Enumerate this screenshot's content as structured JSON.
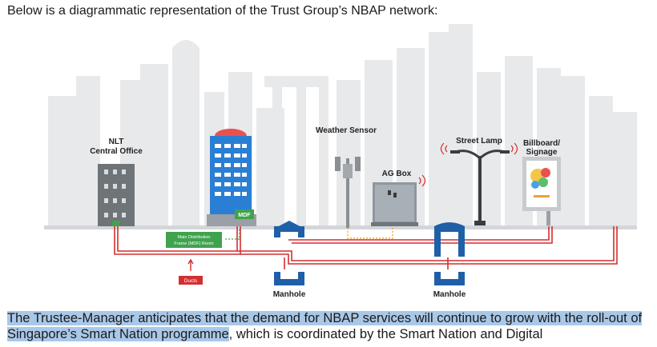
{
  "intro_text": "Below is a diagrammatic representation of the Trust Group’s NBAP network:",
  "labels": {
    "nlt_line1": "NLT",
    "nlt_line2": "Central Office",
    "weather_sensor": "Weather Sensor",
    "street_lamp": "Street Lamp",
    "billboard_line1": "Billboard/",
    "billboard_line2": "Signage",
    "ag_box": "AG Box",
    "mdf": "MDF",
    "mdf_room_line1": "Main Distribution",
    "mdf_room_line2": "Frame (MDF) Room",
    "ducts": "Ducts",
    "manhole_1": "Manhole",
    "manhole_2": "Manhole"
  },
  "paragraph": {
    "highlighted": "The Trustee-Manager anticipates that the demand for NBAP services will continue to grow with the roll-out of Singapore’s Smart Nation programme",
    "rest": ", which is coordinated by the Smart Nation and Digital"
  },
  "colors": {
    "skyline": "#e8e9eb",
    "ground": "#d4d6d9",
    "duct_red": "#d32f2f",
    "manhole_blue": "#1f5fa8",
    "building_blue": "#2a7fd4",
    "mdf_green": "#3fa34d",
    "highlight": "#a9c8e8"
  }
}
